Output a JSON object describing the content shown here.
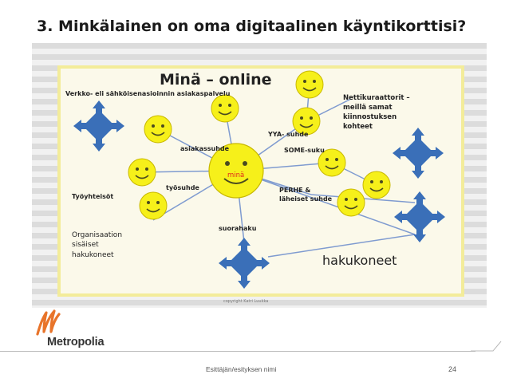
{
  "slide": {
    "title": "3. Minkälainen on oma digitaalinen käyntikorttisi?"
  },
  "diagram": {
    "heading": "Minä – online",
    "labels": {
      "verkko": "Verkko- eli sähköisenasioinnin asiakaspalvelu",
      "nettikuraattorit_1": "Nettikuraattorit –",
      "nettikuraattorit_2": "meillä samat",
      "nettikuraattorit_3": "kiinnostuksen",
      "nettikuraattorit_4": "kohteet",
      "yya": "YYA- suhde",
      "asiakassuhde": "asiakassuhde",
      "some": "SOME-suku",
      "mina": "minä",
      "tyosuhde": "työsuhde",
      "perhe_1": "PERHE &",
      "perhe_2": "läheiset suhde",
      "tyoyhteisot": "Työyhteisöt",
      "organisaation_1": "Organisaation",
      "organisaation_2": "sisäiset",
      "organisaation_3": "hakukoneet",
      "suorahaku": "suorahaku",
      "hakukoneet": "hakukoneet",
      "copyright": "copyright Katri Luukka"
    },
    "colors": {
      "smiley_fill": "#f6f01a",
      "smiley_stroke": "#c8b800",
      "diamond": "#3a6fb8",
      "line": "#7f9bd0",
      "frame": "#f3ec9a",
      "red_label": "#e0281c"
    }
  },
  "logo": {
    "name": "Metropolia",
    "mark_color": "#e8742a"
  },
  "footer": {
    "presenter": "Esittäjän/esityksen nimi",
    "page_number": "24"
  }
}
